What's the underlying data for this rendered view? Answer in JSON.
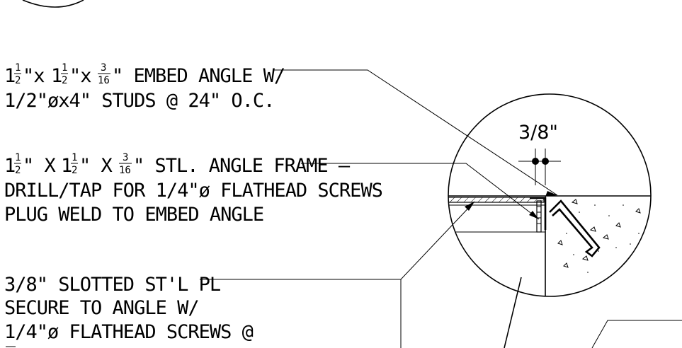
{
  "callouts": {
    "embed_angle": {
      "size_whole_a": "1",
      "size_num_a": "1",
      "size_den_a": "2",
      "size_x1": "\"x",
      "size_whole_b": "1",
      "size_num_b": "1",
      "size_den_b": "2",
      "size_x2": "\"x",
      "size_num_c": "3",
      "size_den_c": "16",
      "line1_tail": "\" EMBED ANGLE W/",
      "line2": "1/2\"øx4\" STUDS @ 24\" O.C."
    },
    "angle_frame": {
      "size_whole_a": "1",
      "size_num_a": "1",
      "size_den_a": "2",
      "size_x1": "\" X",
      "size_whole_b": "1",
      "size_num_b": "1",
      "size_den_b": "2",
      "size_x2": "\" X",
      "size_num_c": "3",
      "size_den_c": "16",
      "line1_tail": "\" STL. ANGLE FRAME —",
      "line2": "DRILL/TAP FOR 1/4\"ø FLATHEAD SCREWS",
      "line3": "PLUG WELD TO EMBED ANGLE"
    },
    "slotted_plate": {
      "line1": "3/8\" SLOTTED ST'L PL",
      "line2": "SECURE TO ANGLE W/",
      "line3": "1/4\"ø FLATHEAD SCREWS @"
    }
  },
  "dimension": {
    "label": "3/8\""
  },
  "colors": {
    "ink": "#000000",
    "paper": "#ffffff"
  }
}
